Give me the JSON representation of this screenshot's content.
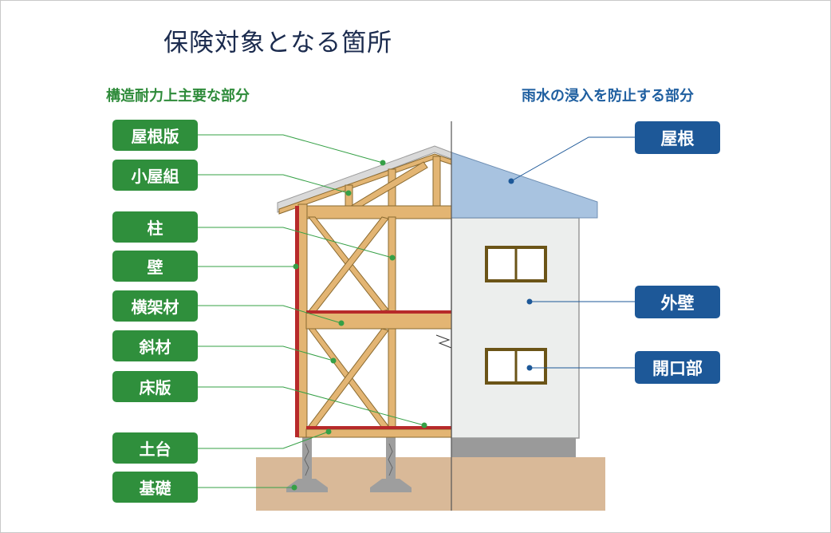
{
  "title": "保険対象となる箇所",
  "sections": {
    "structural": "構造耐力上主要な部分",
    "rain": "雨水の浸入を防止する部分"
  },
  "structural_labels": [
    "屋根版",
    "小屋組",
    "柱",
    "壁",
    "横架材",
    "斜材",
    "床版",
    "土台",
    "基礎"
  ],
  "rain_labels": [
    "屋根",
    "外壁",
    "開口部"
  ],
  "colors": {
    "structural": "#2f8f3c",
    "rain": "#1d5898",
    "wood": "#e3b573",
    "sill_red": "#b72a2a",
    "roof_blue": "#a8c3e0",
    "wall": "#eceeed",
    "foundation": "#d9b998"
  }
}
